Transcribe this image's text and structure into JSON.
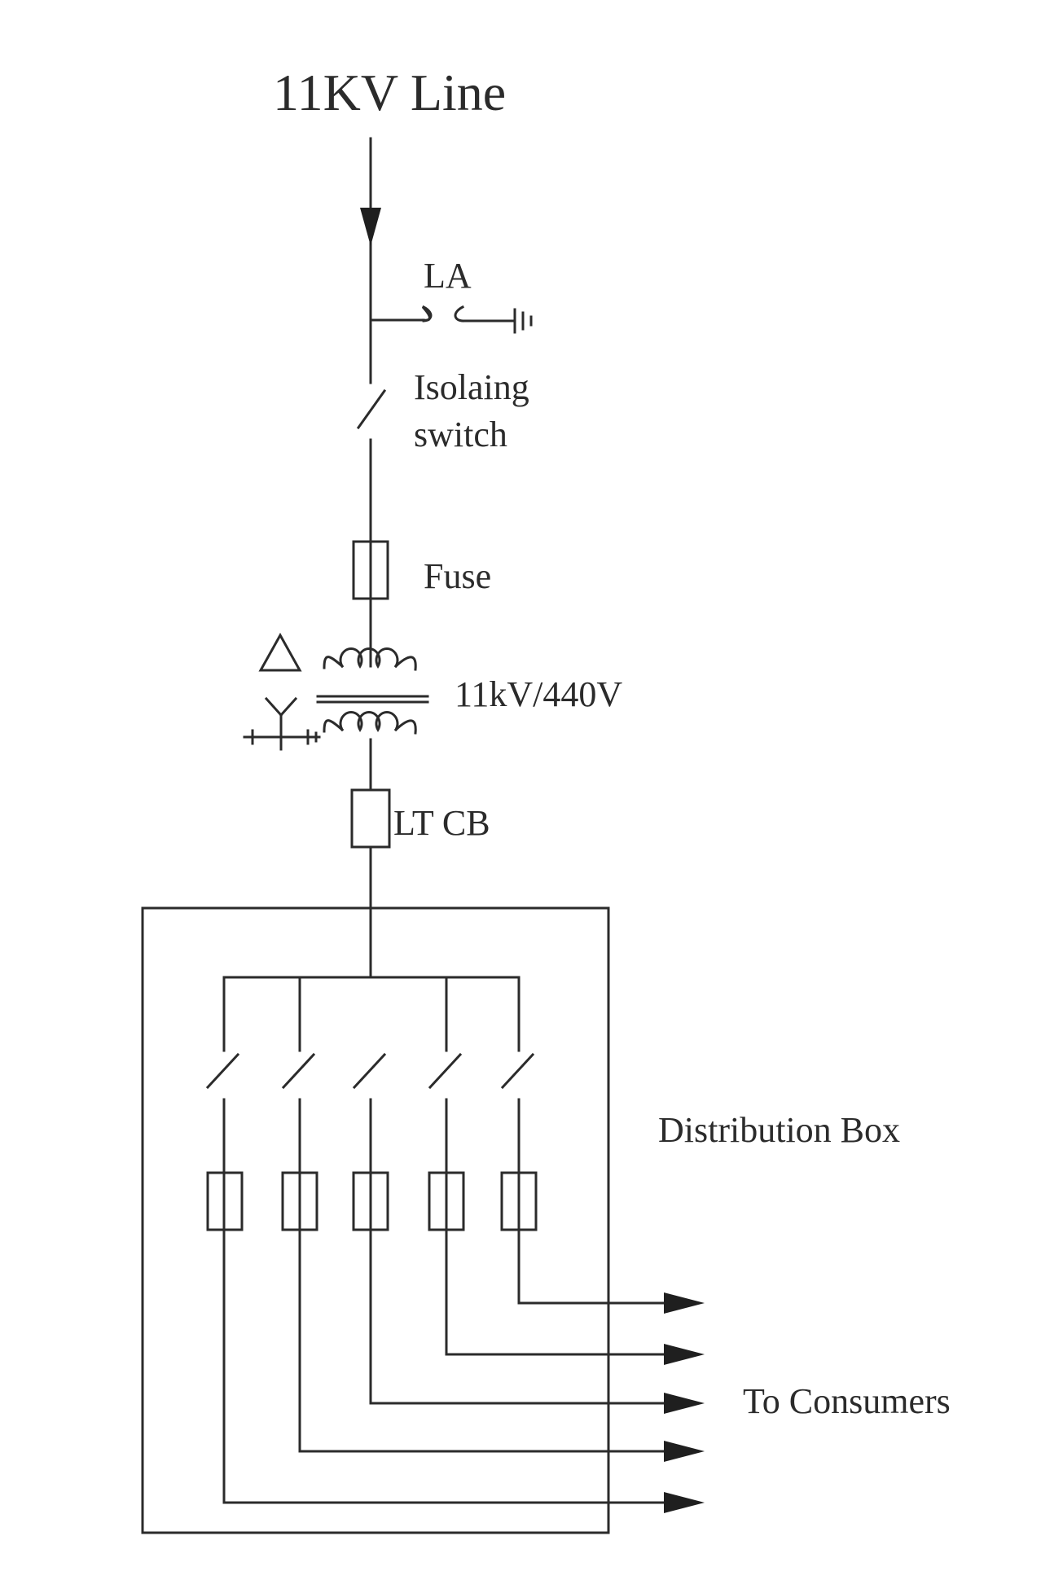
{
  "labels": {
    "line": "11KV Line",
    "la": "LA",
    "isolating_1": "Isolaing",
    "isolating_2": "switch",
    "fuse": "Fuse",
    "transformer_rating": "11kV/440V",
    "lt_cb": "LT CB",
    "distribution_box": "Distribution Box",
    "to_consumers": "To Consumers"
  },
  "colors": {
    "line": "#2b2b2b",
    "background": "#ffffff"
  }
}
